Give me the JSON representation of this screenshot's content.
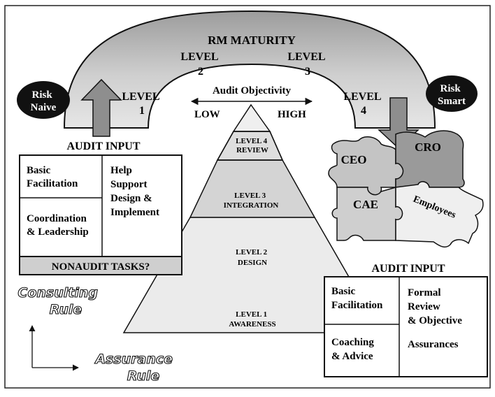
{
  "arch": {
    "title": "RM MATURITY",
    "level1": [
      "LEVEL",
      "1"
    ],
    "level2": [
      "LEVEL",
      "2"
    ],
    "level3": [
      "LEVEL",
      "3"
    ],
    "level4": [
      "LEVEL",
      "4"
    ]
  },
  "ovals": {
    "risk_naive": [
      "Risk",
      "Naive"
    ],
    "risk_smart": [
      "Risk",
      "Smart"
    ]
  },
  "objectivity": {
    "label": "Audit Objectivity",
    "low": "LOW",
    "high": "HIGH"
  },
  "pyramid": [
    [
      "LEVEL 4",
      "REVIEW"
    ],
    [
      "LEVEL 3",
      "INTEGRATION"
    ],
    [
      "LEVEL 2",
      "DESIGN"
    ],
    [
      "LEVEL 1",
      "AWARENESS"
    ]
  ],
  "left_panel": {
    "header": "AUDIT INPUT",
    "cell_top_left": [
      "Basic",
      "Facilitation"
    ],
    "cell_bottom_left": [
      "Coordination",
      "& Leadership"
    ],
    "cell_right": [
      "Help",
      "Support",
      "Design &",
      "Implement"
    ],
    "footer": "NONAUDIT TASKS?"
  },
  "right_panel": {
    "header": "AUDIT INPUT",
    "cell_top_left": [
      "Basic",
      "Facilitation"
    ],
    "cell_bottom_left": [
      "Coaching",
      "& Advice"
    ],
    "cell_right": [
      "Formal",
      "Review",
      "& Objective",
      "Assurances"
    ]
  },
  "puzzle": {
    "ceo": "CEO",
    "cro": "CRO",
    "cae": "CAE",
    "employees": "Employees"
  },
  "rules": {
    "consulting": [
      "Consulting",
      "Rule"
    ],
    "assurance": [
      "Assurance",
      "Rule"
    ]
  },
  "colors": {
    "arch_fill": "#c7c7c7",
    "oval": "#111111",
    "pyramid_top": "#ededed",
    "pyramid_mid": "#dcdcdc",
    "pyramid_low": "#d2d2d2",
    "pyramid_base": "#ebebeb",
    "puzzle_dark": "#9a9a9a",
    "puzzle_mid": "#c2c2c2",
    "puzzle_light": "#eeeeee"
  }
}
